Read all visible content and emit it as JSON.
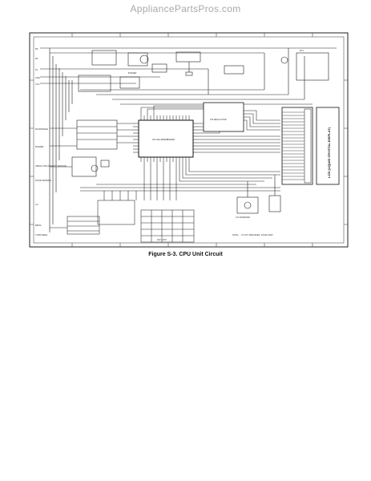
{
  "watermark": "AppliancePartsPros.com",
  "figure": {
    "caption": "Figure S-3. CPU Unit Circuit"
  },
  "schematic": {
    "cpu_label": "IC1 RH-IZ3638CEZZ",
    "display_label": "LCD (LIQUID CRYSTAL DISPLAY)",
    "inverter_label": "IC4 INVERTER",
    "regulator_label": "IC5 REGULATOR",
    "buzzer_label": "BUZZER",
    "relay_label": "RY1",
    "note_text": "NOTE: ... IF NOT SPECIFIED, KOHM 1/6W",
    "left_labels": [
      "R5",
      "R6",
      "P1",
      "GND",
      "VCC",
      "MICROWAVE",
      "BUZZER",
      "ABSOLUTE HUMIDITY SENSOR",
      "DOOR SENSING",
      "VC",
      "BROIL",
      "TURNTABLE"
    ],
    "bottom_label": "KEY UNIT"
  }
}
